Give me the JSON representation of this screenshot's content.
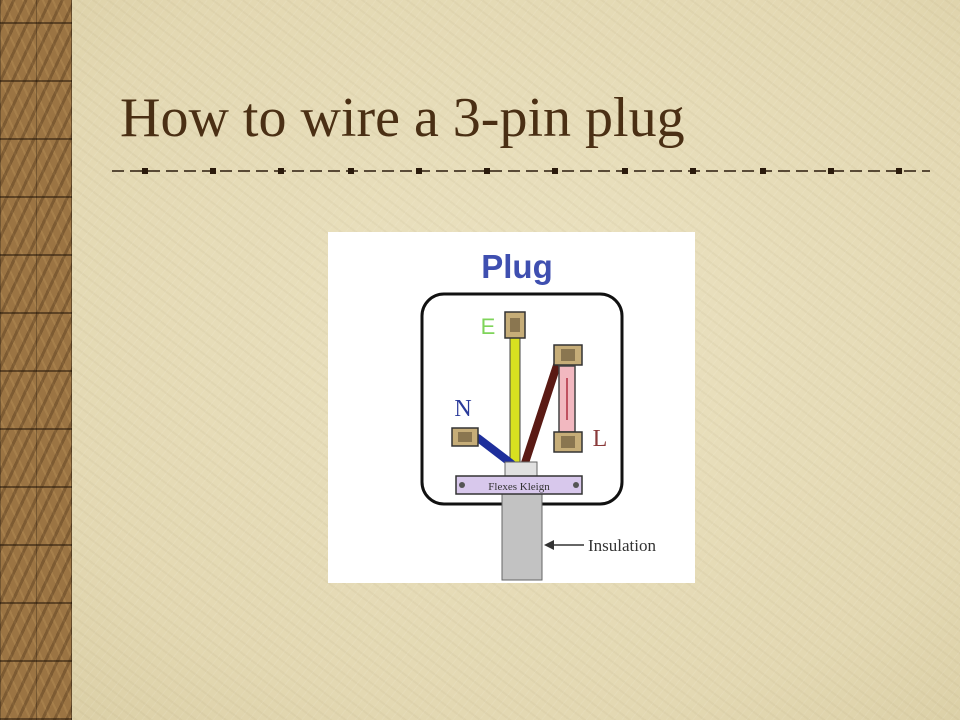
{
  "slide": {
    "title": "How to wire a 3-pin plug"
  },
  "diagram": {
    "heading": "Plug",
    "labels": {
      "earth": "E",
      "neutral": "N",
      "live": "L",
      "cord_grip": "Flexes Kleign",
      "insulation": "Insulation"
    },
    "colors": {
      "background": "#e6dcb8",
      "title_text": "#4a2f14",
      "heading_text": "#3f4fb0",
      "earth_wire": "#d8e020",
      "earth_label": "#7fd45a",
      "neutral_wire": "#1e2f9c",
      "neutral_label": "#2a3a9a",
      "live_wire": "#5a1a14",
      "live_label": "#8a3a3a",
      "terminal": "#c6ad78",
      "fuse": "#f2b8c0",
      "cord_grip": "#d8c8ec",
      "cable": "#c2c2c2"
    }
  }
}
